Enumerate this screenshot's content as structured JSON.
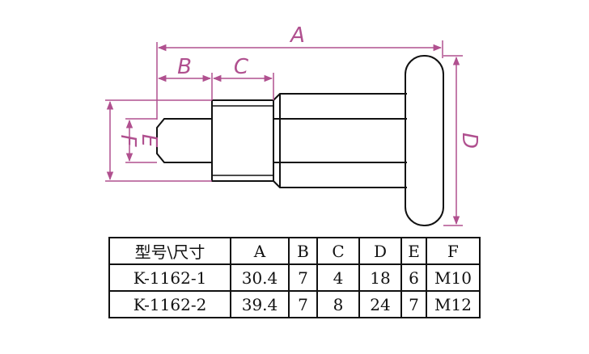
{
  "diagram": {
    "labels": {
      "A": "A",
      "B": "B",
      "C": "C",
      "D": "D",
      "E": "E",
      "F": "F"
    },
    "colors": {
      "outline": "#111111",
      "dimension": "#b0508f"
    }
  },
  "table": {
    "header": [
      "型号\\尺寸",
      "A",
      "B",
      "C",
      "D",
      "E",
      "F"
    ],
    "rows": [
      [
        "K-1162-1",
        "30.4",
        "7",
        "4",
        "18",
        "6",
        "M10"
      ],
      [
        "K-1162-2",
        "39.4",
        "7",
        "8",
        "24",
        "7",
        "M12"
      ]
    ]
  }
}
